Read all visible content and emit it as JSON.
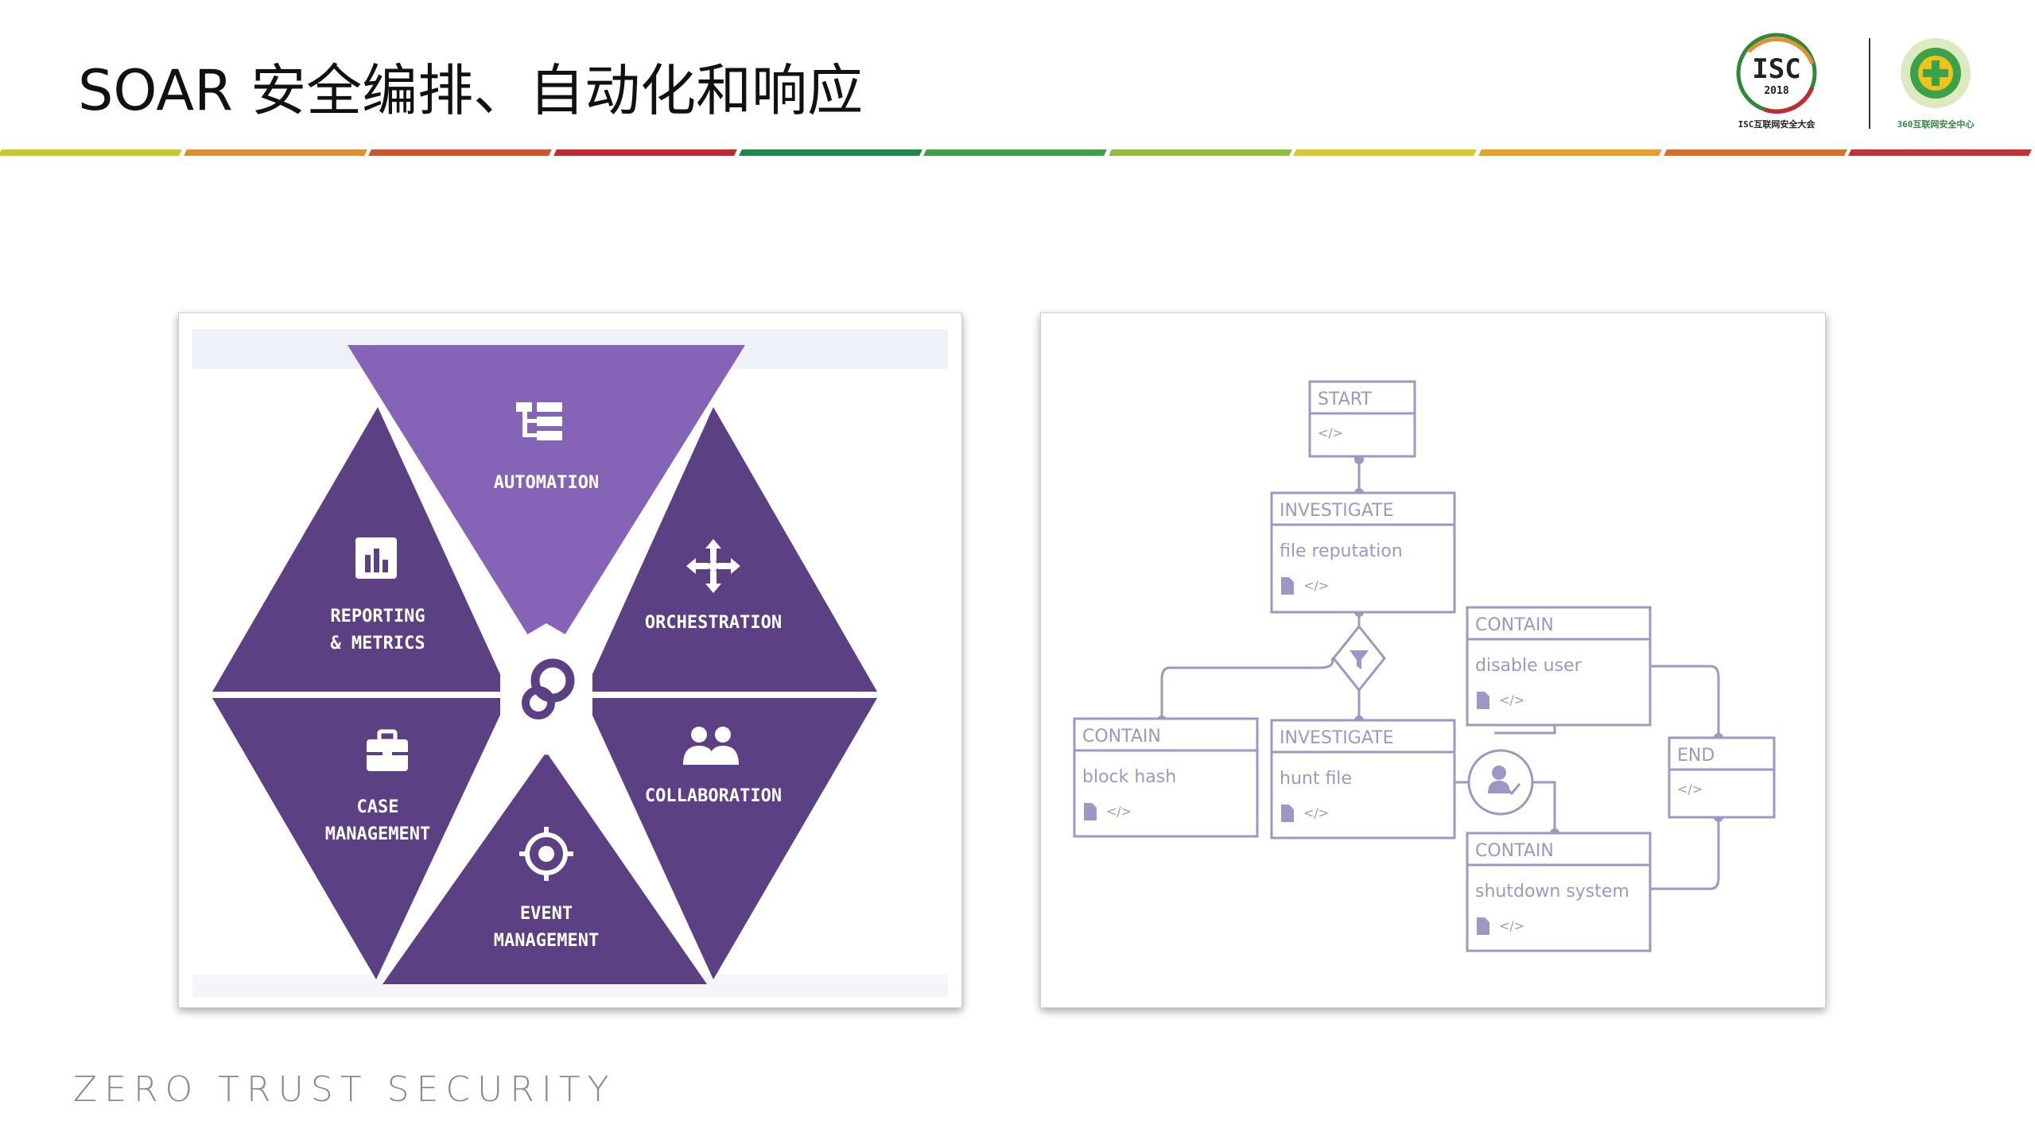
{
  "title": "SOAR 安全编排、自动化和响应",
  "footer": "ZERO TRUST SECURITY",
  "logos": {
    "isc_badge": "ISC",
    "isc_year": "2018",
    "isc_caption": "ISC互联网安全大会",
    "q360_caption": "360互联网安全中心"
  },
  "colors": {
    "hex_purple": "#5c4084",
    "hex_light_purple": "#8563b6",
    "flow_line": "#9b98c6",
    "rule": [
      "#c8c82a",
      "#e2912a",
      "#d4532a",
      "#c8262f",
      "#1e8a4a",
      "#3aa34a",
      "#8fbf3a",
      "#d8c82a",
      "#e8a02a",
      "#d8702a",
      "#c83030"
    ]
  },
  "hexagon": {
    "segments": [
      {
        "id": "automation",
        "lines": [
          "AUTOMATION",
          ""
        ],
        "icon": "tree-icon"
      },
      {
        "id": "orchestration",
        "lines": [
          "ORCHESTRATION",
          ""
        ],
        "icon": "arrows-icon"
      },
      {
        "id": "collaboration",
        "lines": [
          "COLLABORATION",
          ""
        ],
        "icon": "people-icon"
      },
      {
        "id": "event",
        "lines": [
          "EVENT",
          "MANAGEMENT"
        ],
        "icon": "target-icon"
      },
      {
        "id": "case",
        "lines": [
          "CASE",
          "MANAGEMENT"
        ],
        "icon": "briefcase-icon"
      },
      {
        "id": "reporting",
        "lines": [
          "REPORTING",
          "& METRICS"
        ],
        "icon": "bar-chart-icon"
      }
    ],
    "center_icon": "logo-p-icon"
  },
  "flow": {
    "nodes": [
      {
        "id": "start",
        "header": "START",
        "body": ""
      },
      {
        "id": "investigate1",
        "header": "INVESTIGATE",
        "body": "file reputation"
      },
      {
        "id": "contain1",
        "header": "CONTAIN",
        "body": "disable user"
      },
      {
        "id": "contain2",
        "header": "CONTAIN",
        "body": "block hash"
      },
      {
        "id": "investigate2",
        "header": "INVESTIGATE",
        "body": "hunt file"
      },
      {
        "id": "contain3",
        "header": "CONTAIN",
        "body": "shutdown system"
      },
      {
        "id": "end",
        "header": "END",
        "body": ""
      }
    ],
    "decision_icon": "filter-icon",
    "approval_icon": "user-check-icon"
  }
}
